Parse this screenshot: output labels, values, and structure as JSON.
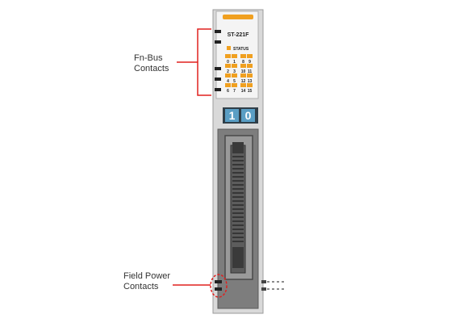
{
  "callouts": {
    "fn_bus": {
      "line1": "Fn-Bus",
      "line2": "Contacts"
    },
    "field_power": {
      "line1": "Field Power",
      "line2": "Contacts"
    }
  },
  "module": {
    "model": "ST-221F",
    "status_label": "STATUS",
    "channel_numbers": [
      "0",
      "1",
      "8",
      "9",
      "2",
      "3",
      "10",
      "11",
      "4",
      "5",
      "12",
      "13",
      "6",
      "7",
      "14",
      "15"
    ],
    "address_digits": [
      "1",
      "0"
    ]
  },
  "colors": {
    "accent_orange": "#f0a020",
    "callout_red": "#e0201e",
    "housing_gray": "#8a8a8a",
    "address_blue": "#5a9ec4"
  }
}
